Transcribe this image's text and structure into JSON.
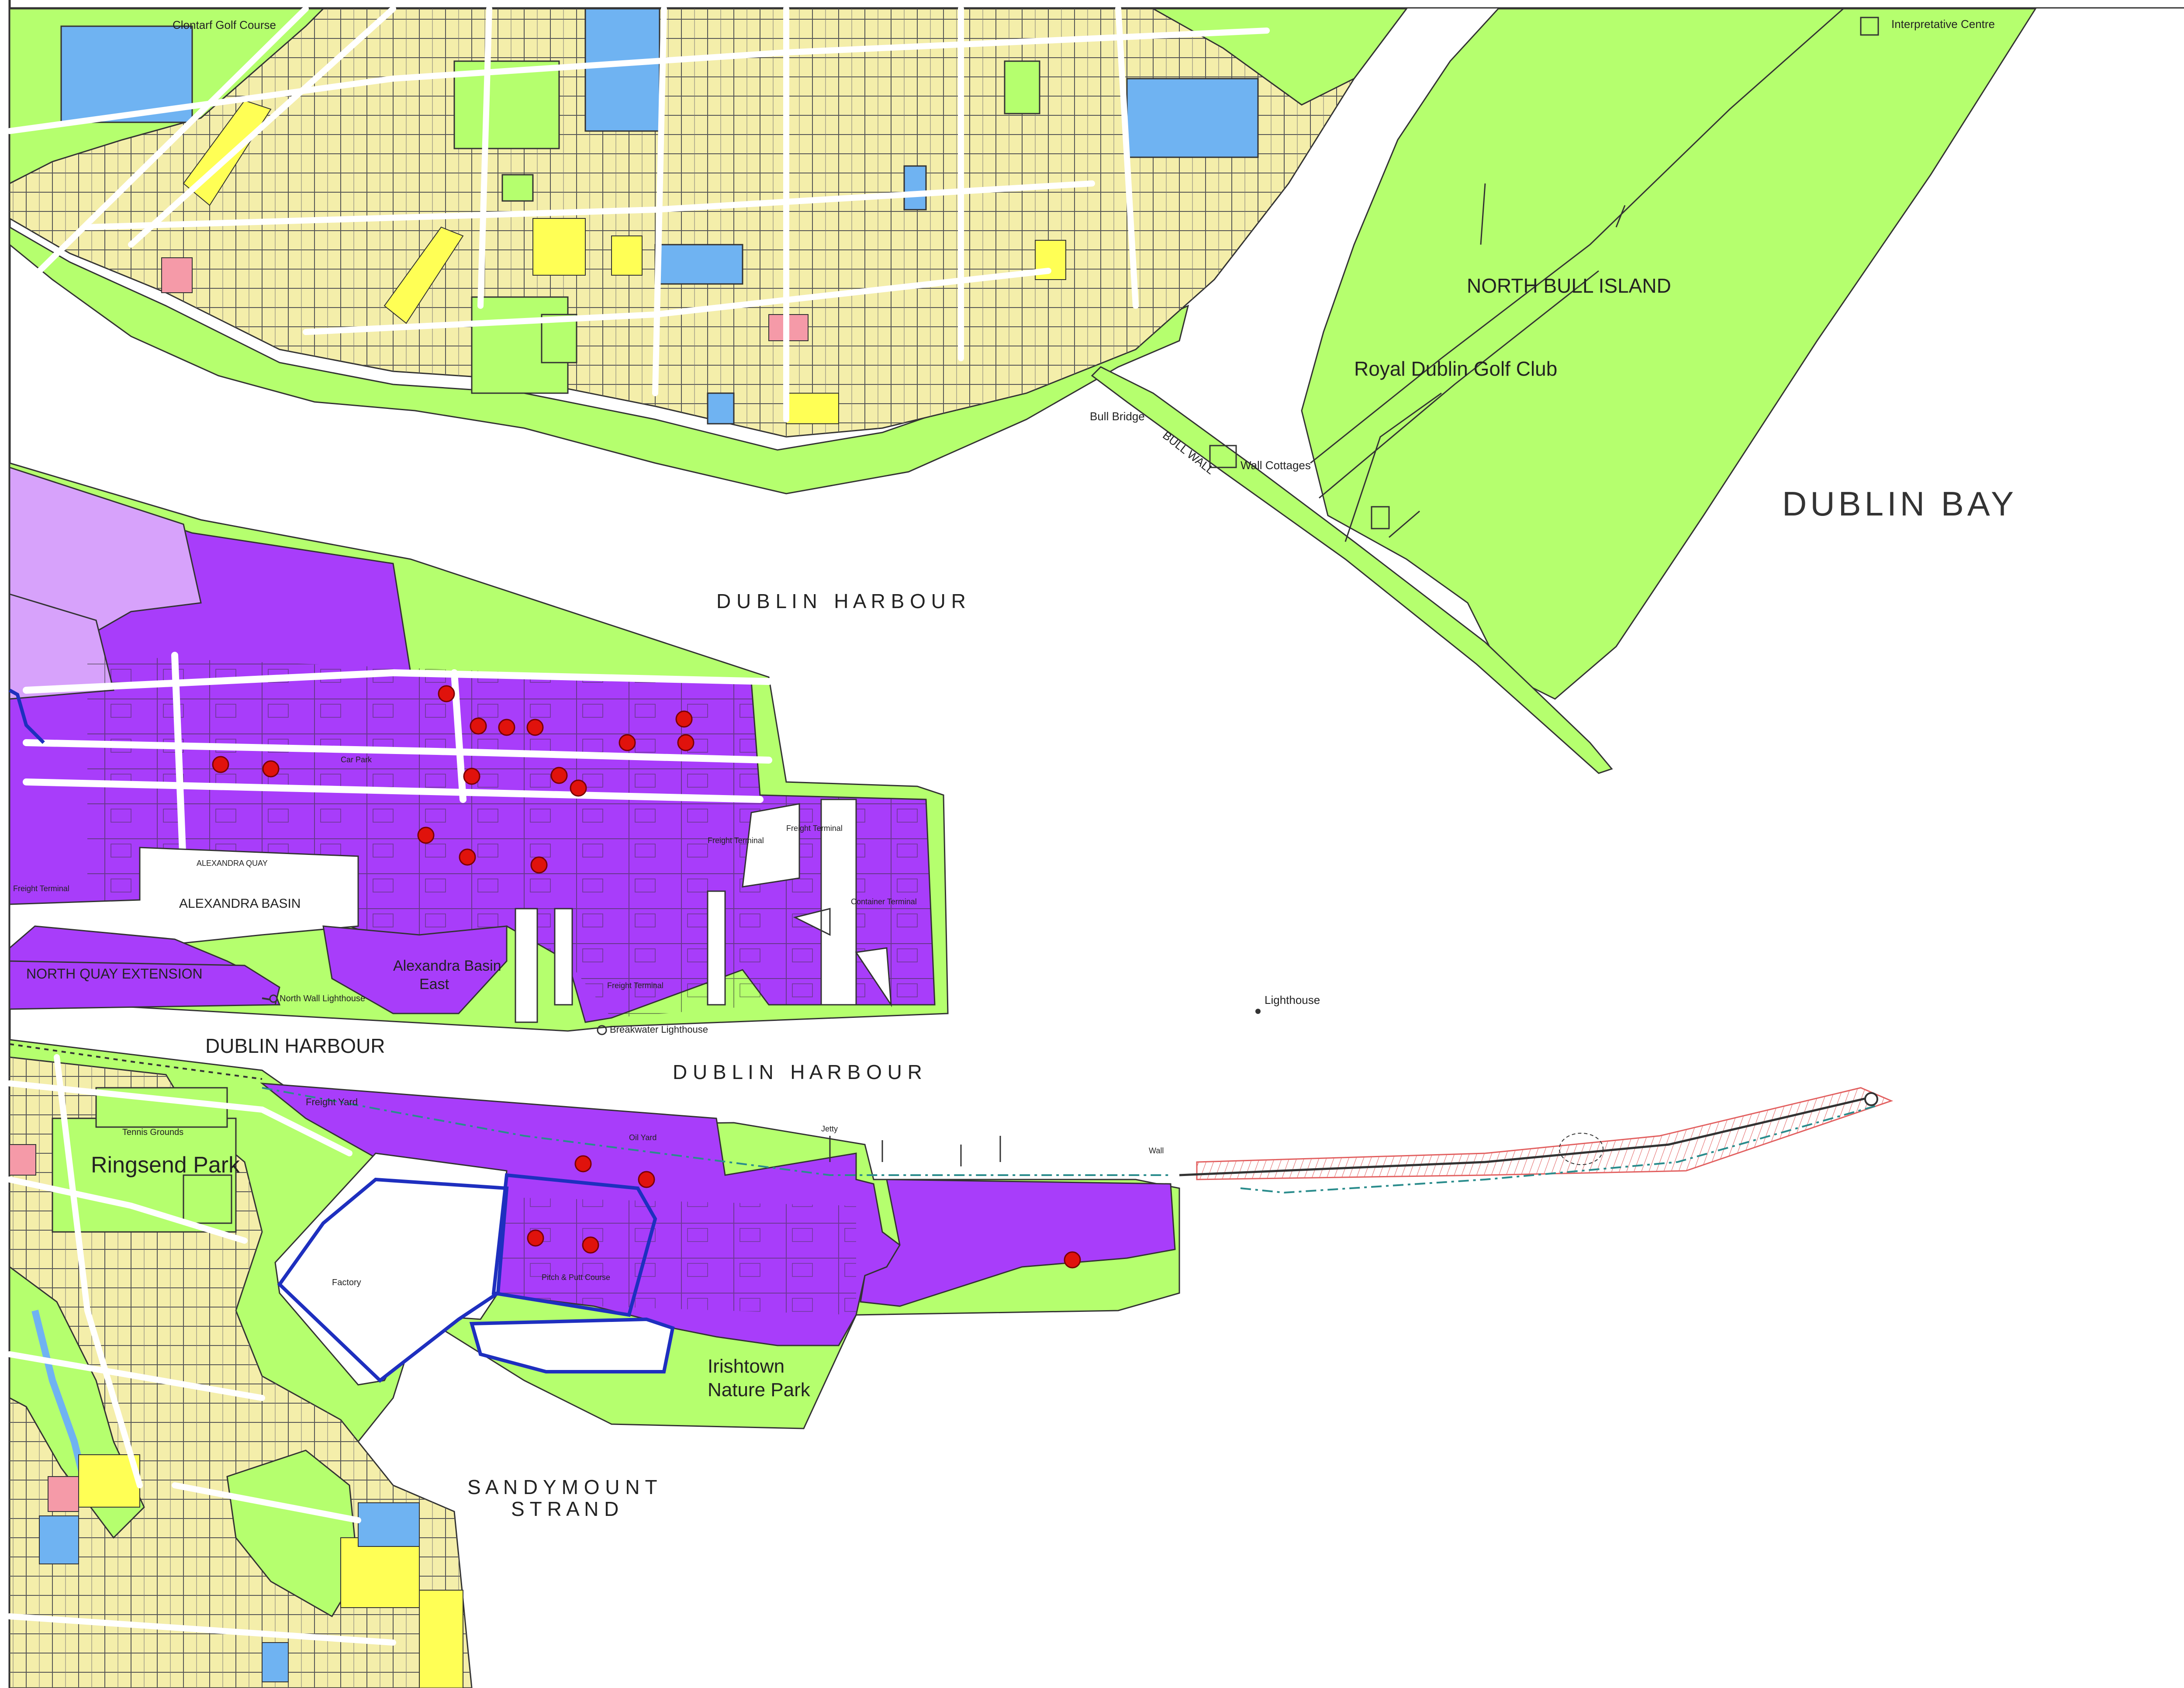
{
  "map": {
    "colors": {
      "water": "#ffffff",
      "open_space": "#b5ff6e",
      "residential": "#f4eeaa",
      "residential_yellow": "#ffff55",
      "community": "#6fb3f2",
      "industrial": "#a83dfa",
      "industrial_light": "#d7a2fb",
      "mixed_red": "#f59aa8",
      "boundary": "#1e2fbf",
      "seveso_marker": "#e0120c",
      "outline": "#333333",
      "pier_hatch": "#e26060",
      "dash_boundary": "#2a8c8c"
    },
    "labels": {
      "clontarf_golf": "Clontarf Golf Course",
      "interpretive": "Interpretative Centre",
      "north_bull_island": "NORTH  BULL  ISLAND",
      "royal_dublin_golf": "Royal Dublin Golf Club",
      "bull_bridge": "Bull Bridge",
      "bull_wall": "BULL WALL",
      "wall_cottages": "Wall Cottages",
      "dublin_bay": "DUBLIN BAY",
      "dublin_harbour_upper": "D U B L I N   H A R B O U R",
      "dublin_harbour_middle": "D U B L I N   H A R B O U R",
      "dublin_harbour_west": "DUBLIN HARBOUR",
      "alexandra_basin": "ALEXANDRA BASIN",
      "alexandra_basin_east_1": "Alexandra Basin",
      "alexandra_basin_east_2": "East",
      "alexandra_quay": "ALEXANDRA QUAY",
      "north_quay_extension": "NORTH QUAY EXTENSION",
      "north_wall_lighthouse": "North Wall Lighthouse",
      "breakwater_lighthouse": "Breakwater Lighthouse",
      "lighthouse": "Lighthouse",
      "freight_terminal": "Freight Terminal",
      "container_terminal": "Container Terminal",
      "car_park": "Car Park",
      "oil_yard": "Oil Yard",
      "freight_yard": "Freight Yard",
      "ringsend_park": "Ringsend Park",
      "tennis_grounds": "Tennis Grounds",
      "factory": "Factory",
      "irishtown_nature_park_1": "Irishtown",
      "irishtown_nature_park_2": "Nature Park",
      "pitch_putt": "Pitch & Putt Course",
      "sandymount_1": "S A N D Y M O U N T",
      "sandymount_2": "S T R A N D",
      "jetty": "Jetty",
      "wall": "Wall"
    },
    "seveso_sites": 20
  }
}
